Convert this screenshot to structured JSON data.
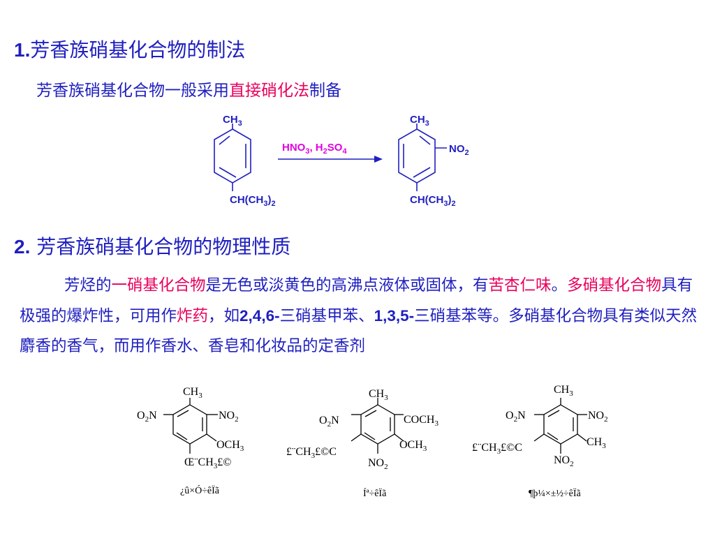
{
  "section1": {
    "number": "1.",
    "title": "芳香族硝基化合物的制法"
  },
  "intro": {
    "text_before": "芳香族硝基化合物一般采用",
    "highlight": "直接硝化法",
    "text_after": "制备"
  },
  "reaction": {
    "reactant": {
      "top": "CH3",
      "bottom": "CH(CH3)2"
    },
    "reagent": "HNO3, H2SO4",
    "product": {
      "top": "CH3",
      "right": "NO2",
      "bottom": "CH(CH3)2"
    }
  },
  "section2": {
    "number": "2.",
    "title": "芳香族硝基化合物的物理性质"
  },
  "paragraph": {
    "p1": "芳烃的",
    "h1": "一硝基化合物",
    "p2": "是无色或淡黄色的高沸点液体或固体，有",
    "h2": "苦杏仁味",
    "p3": "。",
    "h3": "多硝基化合物",
    "p4": "具有极强的爆炸性，可用作",
    "h4": "炸药",
    "p5": "，如",
    "n1": "2,4,6-",
    "p6": "三硝基甲苯、",
    "n2": "1,3,5-",
    "p7": "三硝基苯等。多硝基化合物具有类似天然麝香的香气，而用作香水、香皂和化妆品的定香剂"
  },
  "compounds": [
    {
      "labels": {
        "top": "CH3",
        "left": "O2N",
        "right": "NO2",
        "right_lower": "OCH3",
        "bottom": "Œ¨CH3£©"
      },
      "name": "¿û×Ó÷êÏã"
    },
    {
      "labels": {
        "top": "CH3",
        "left": "O2N",
        "right": "COCH3",
        "right_lower": "OCH3",
        "left_lower": "£¨CH3£©C",
        "bottom": "NO2"
      },
      "name": "Íª÷êÏã"
    },
    {
      "labels": {
        "top": "CH3",
        "left": "O2N",
        "right": "NO2",
        "right_lower": "CH3",
        "left_lower": "£¨CH3£©C",
        "bottom": "NO2"
      },
      "name": "¶þ¼×±½÷êÏã"
    }
  ],
  "colors": {
    "text": "#1f1fbf",
    "highlight": "#e8005c",
    "reagent": "#e000e0",
    "structure": "#1f1fbf"
  }
}
